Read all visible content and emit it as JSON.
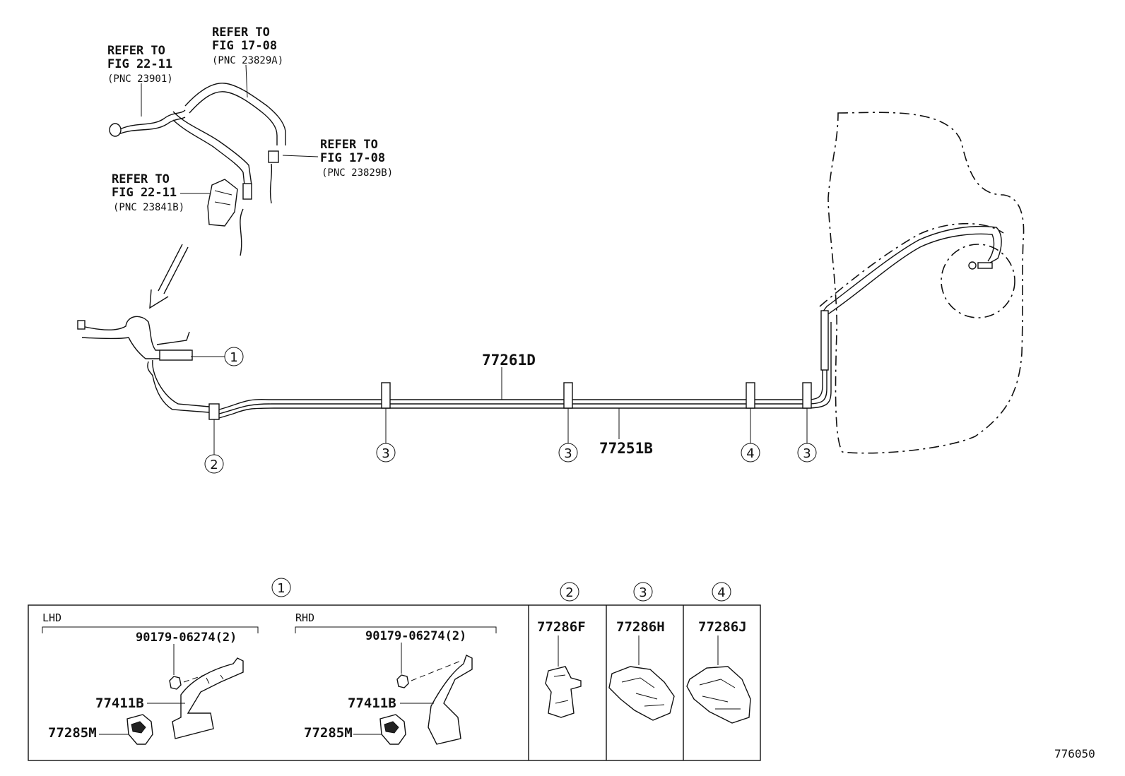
{
  "refs": {
    "ref1": {
      "l1": "REFER TO",
      "l2": "FIG 22-11",
      "l3": "(PNC 23901)"
    },
    "ref2": {
      "l1": "REFER TO",
      "l2": "FIG 17-08",
      "l3": "(PNC 23829A)"
    },
    "ref3": {
      "l1": "REFER TO",
      "l2": "FIG 17-08",
      "l3": "(PNC 23829B)"
    },
    "ref4": {
      "l1": "REFER TO",
      "l2": "FIG 22-11",
      "l3": "(PNC 23841B)"
    }
  },
  "main": {
    "pipe_upper": "77261D",
    "pipe_lower": "77251B",
    "callout_1": "1",
    "callout_2": "2",
    "callout_3a": "3",
    "callout_3b": "3",
    "callout_4": "4",
    "callout_3c": "3"
  },
  "detail": {
    "header_1": "1",
    "header_2": "2",
    "header_3": "3",
    "header_4": "4",
    "lhd": {
      "label": "LHD",
      "bolt": "90179-06274(2)",
      "bracket": "77411B",
      "clamp": "77285M"
    },
    "rhd": {
      "label": "RHD",
      "bolt": "90179-06274(2)",
      "bracket": "77411B",
      "clamp": "77285M"
    },
    "box2": {
      "part": "77286F"
    },
    "box3": {
      "part": "77286H"
    },
    "box4": {
      "part": "77286J"
    }
  },
  "figure_id": "776050"
}
